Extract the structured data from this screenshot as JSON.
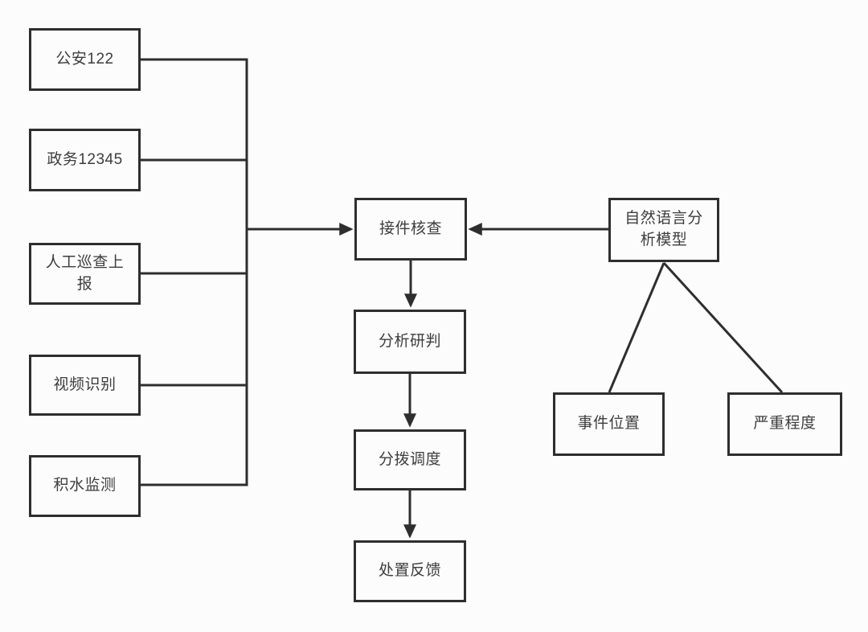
{
  "diagram": {
    "type": "flowchart",
    "colors": {
      "background": "#fcfcfc",
      "line": "#2e2e2e",
      "text": "#3d3d3d"
    },
    "nodes": [
      {
        "id": "police-122",
        "label": "公安122"
      },
      {
        "id": "gov-12345",
        "label": "政务12345"
      },
      {
        "id": "manual-patrol-report",
        "label": "人工巡查上\n报"
      },
      {
        "id": "video-recognition",
        "label": "视频识别"
      },
      {
        "id": "water-monitoring",
        "label": "积水监测"
      },
      {
        "id": "case-intake-check",
        "label": "接件核查"
      },
      {
        "id": "analysis-judgment",
        "label": "分析研判"
      },
      {
        "id": "dispatch-scheduling",
        "label": "分拨调度"
      },
      {
        "id": "disposal-feedback",
        "label": "处置反馈"
      },
      {
        "id": "nlp-model",
        "label": "自然语言分\n析模型"
      },
      {
        "id": "event-location",
        "label": "事件位置"
      },
      {
        "id": "severity-level",
        "label": "严重程度"
      }
    ],
    "edges": [
      {
        "from": "police-122",
        "to": "bus",
        "arrow": false
      },
      {
        "from": "gov-12345",
        "to": "bus",
        "arrow": false
      },
      {
        "from": "manual-patrol-report",
        "to": "bus",
        "arrow": false
      },
      {
        "from": "video-recognition",
        "to": "bus",
        "arrow": false
      },
      {
        "from": "water-monitoring",
        "to": "bus",
        "arrow": false
      },
      {
        "from": "bus",
        "to": "case-intake-check",
        "arrow": true
      },
      {
        "from": "nlp-model",
        "to": "case-intake-check",
        "arrow": true
      },
      {
        "from": "case-intake-check",
        "to": "analysis-judgment",
        "arrow": true
      },
      {
        "from": "analysis-judgment",
        "to": "dispatch-scheduling",
        "arrow": true
      },
      {
        "from": "dispatch-scheduling",
        "to": "disposal-feedback",
        "arrow": true
      },
      {
        "from": "nlp-model",
        "to": "event-location",
        "arrow": false
      },
      {
        "from": "nlp-model",
        "to": "severity-level",
        "arrow": false
      }
    ]
  }
}
